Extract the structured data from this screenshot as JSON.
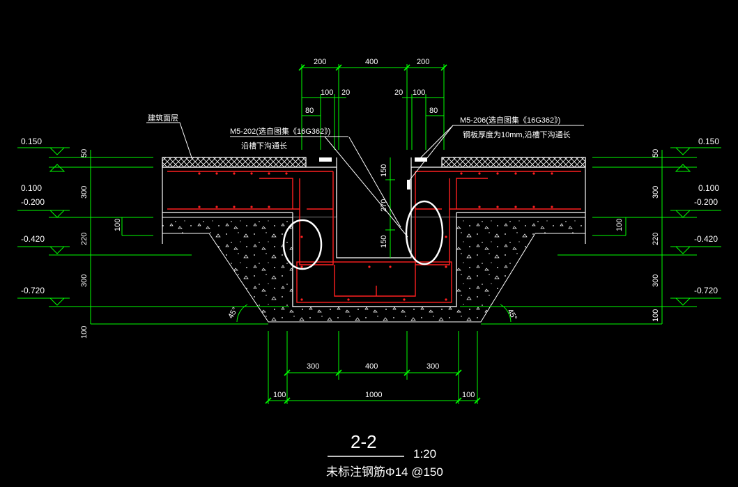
{
  "drawing": {
    "top_dims": [
      "200",
      "400",
      "200"
    ],
    "sub_dims_left": [
      "100",
      "20",
      "80"
    ],
    "sub_dims_right": [
      "20",
      "100",
      "80"
    ],
    "bottom_dims_row1": [
      "300",
      "400",
      "300"
    ],
    "bottom_dims_row2": [
      "100",
      "1000",
      "100"
    ],
    "left_vertical_dims": [
      "50",
      "300",
      "220",
      "300",
      "100"
    ],
    "right_vertical_dims": [
      "50",
      "300",
      "220",
      "300",
      "100"
    ],
    "inner_dim_left": "100",
    "inner_dim_right": "100",
    "trench_dims": [
      "150",
      "270",
      "150"
    ],
    "levels_left": [
      "0.150",
      "0.100",
      "-0.200",
      "-0.420",
      "-0.720"
    ],
    "levels_right": [
      "0.150",
      "0.100",
      "-0.200",
      "-0.420",
      "-0.720"
    ],
    "angle_left": "45°",
    "angle_right": "45°",
    "label_floor": "建筑面层",
    "label_m5_202": "M5-202(选自图集《16G362》)",
    "label_m5_202_sub": "沿槽下沟通长",
    "label_m5_206": "M5-206(选自图集《16G362》)",
    "label_m5_206_sub": "钢板厚度为10mm,沿槽下沟通长",
    "section_title": "2-2",
    "scale": "1:20",
    "footnote": "未标注钢筋Φ14 @150"
  },
  "colors": {
    "background": "#000000",
    "dimension": "#00ff00",
    "outline": "#ffffff",
    "rebar": "#ff2020",
    "highlight": "#ffffff"
  }
}
